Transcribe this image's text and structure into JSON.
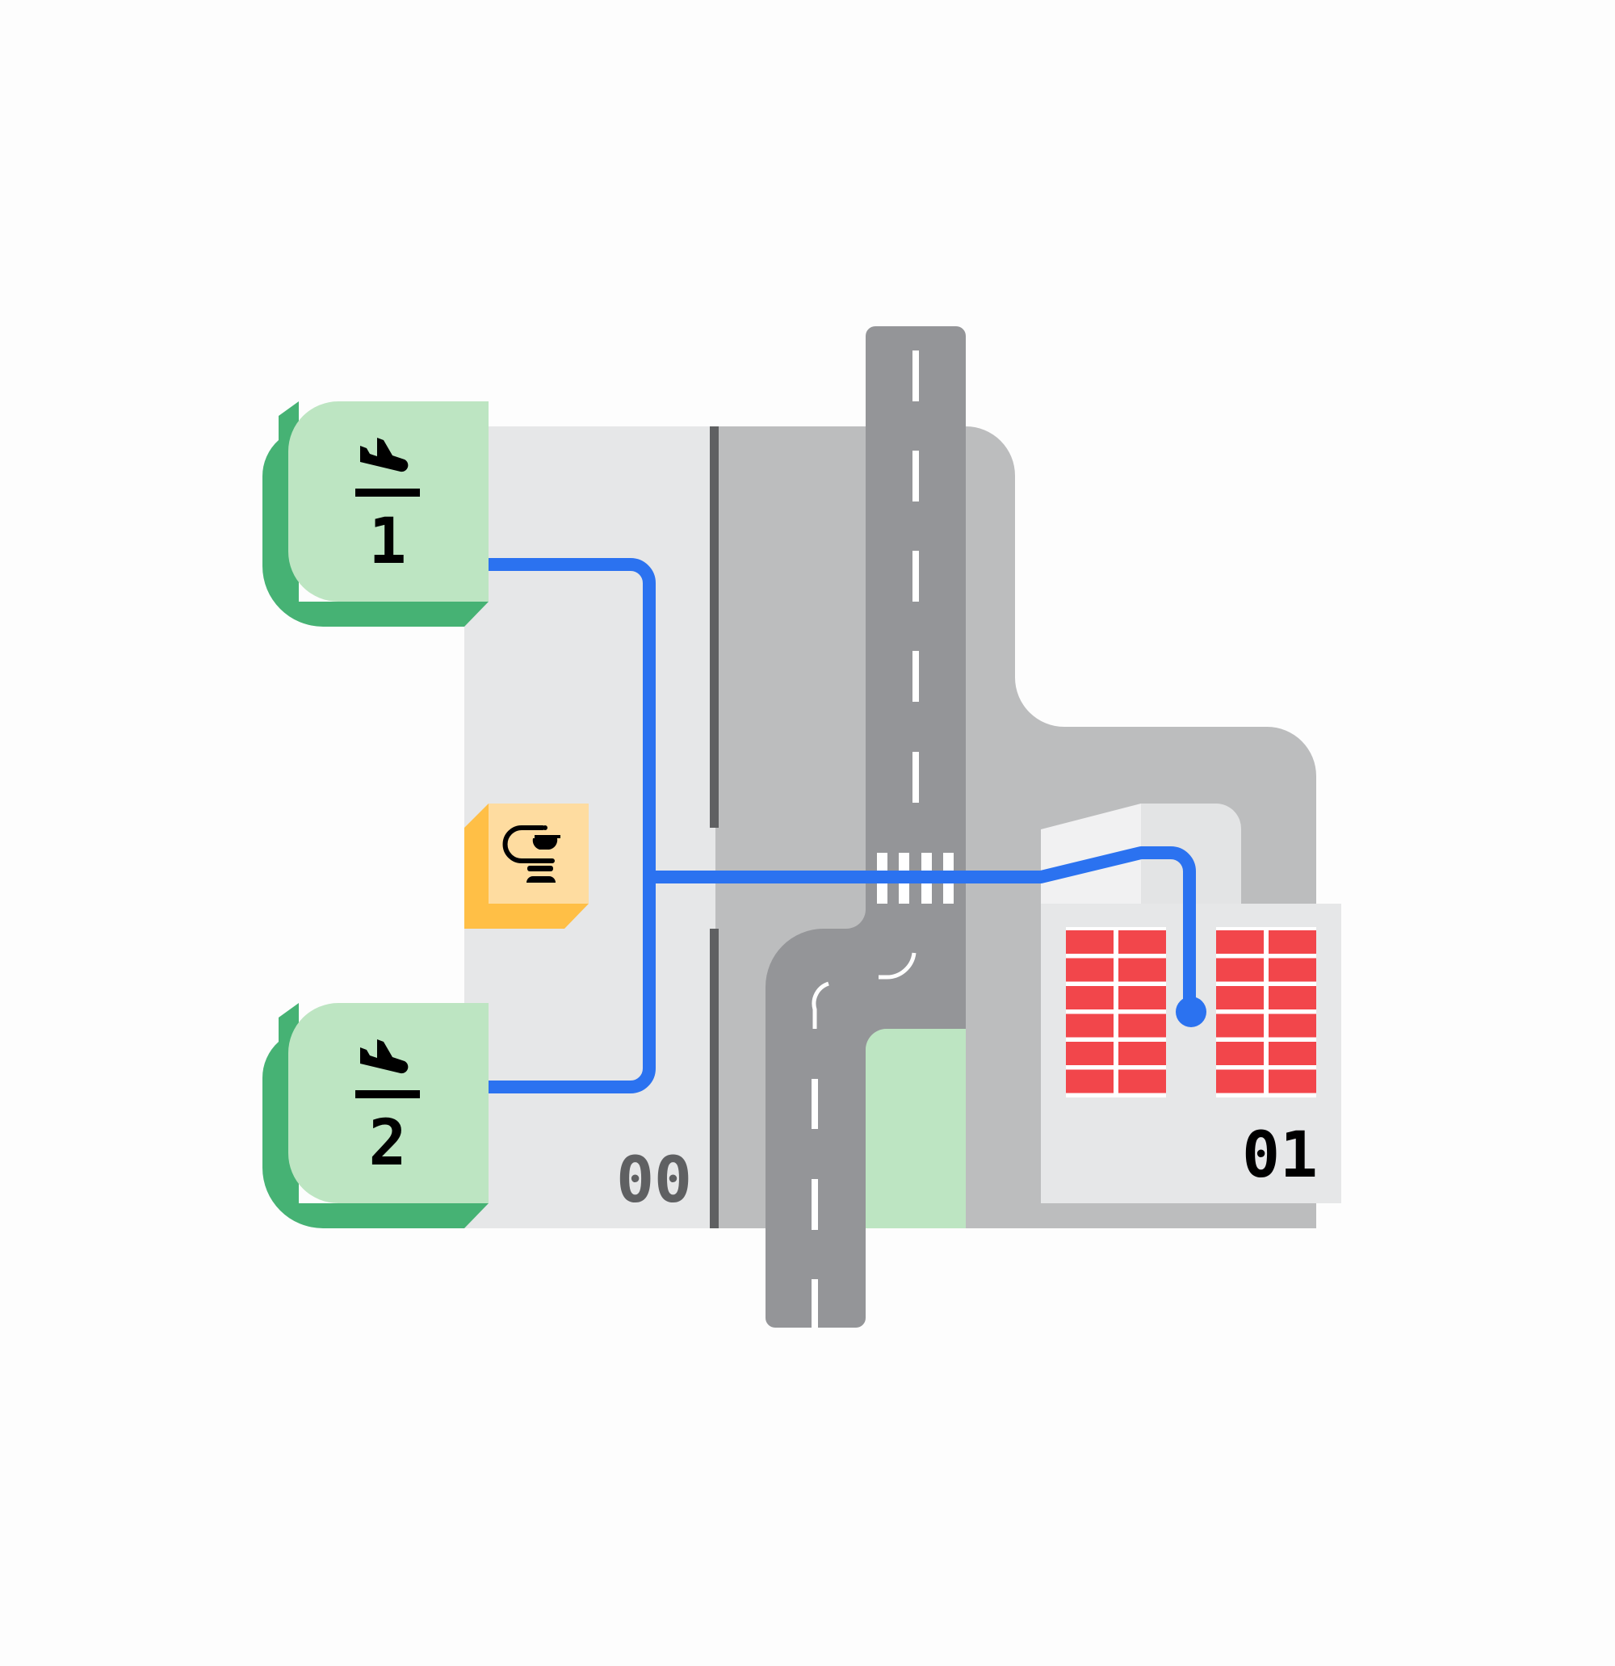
{
  "gates": [
    {
      "label": "1",
      "icon": "plane-landing-icon"
    },
    {
      "label": "2",
      "icon": "plane-landing-icon"
    }
  ],
  "service_point": {
    "icon": "coffee-icon"
  },
  "zones": {
    "terminal_label": "00",
    "parking_label": "01"
  },
  "colors": {
    "route": "#2b72f0",
    "gate_light": "#bde5c2",
    "gate_dark": "#46b274",
    "service_light": "#fedca0",
    "service_dark": "#ffbf46",
    "terminal": "#e6e7e8",
    "apron": "#bcbdbe",
    "road": "#949598",
    "parking_spot": "#f2464b"
  }
}
